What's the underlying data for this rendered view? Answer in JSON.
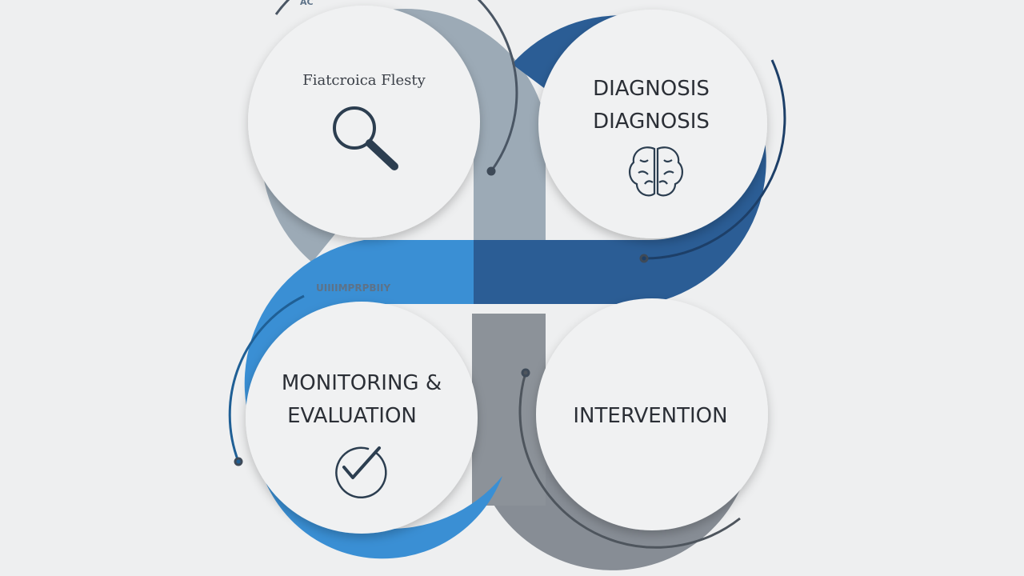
{
  "colors": {
    "background": "#eeeff0",
    "grey_band": "#9caab6",
    "navy_band": "#2b5d95",
    "blue_band": "#3a8fd4",
    "slate_band": "#878d95",
    "circle_fill": "#f0f1f2",
    "icon_stroke": "#2c3e50"
  },
  "diagram": {
    "top_small_label": "AC",
    "blue_band_label": "UIIIIMPRPBIIY",
    "nodes": [
      {
        "id": "assessment",
        "label_lines": [
          "Fiatcroica Flesty"
        ],
        "icon": "magnifier-icon"
      },
      {
        "id": "diagnosis",
        "label_lines": [
          "DIAGNOSIS",
          "DIAGNOSIS"
        ],
        "icon": "brain-icon"
      },
      {
        "id": "monitoring",
        "label_lines": [
          "MONITORING &",
          "EVALUATION"
        ],
        "icon": "checkmark-icon"
      },
      {
        "id": "intervention",
        "label_lines": [
          "INTERVENTION"
        ],
        "icon": ""
      }
    ]
  }
}
